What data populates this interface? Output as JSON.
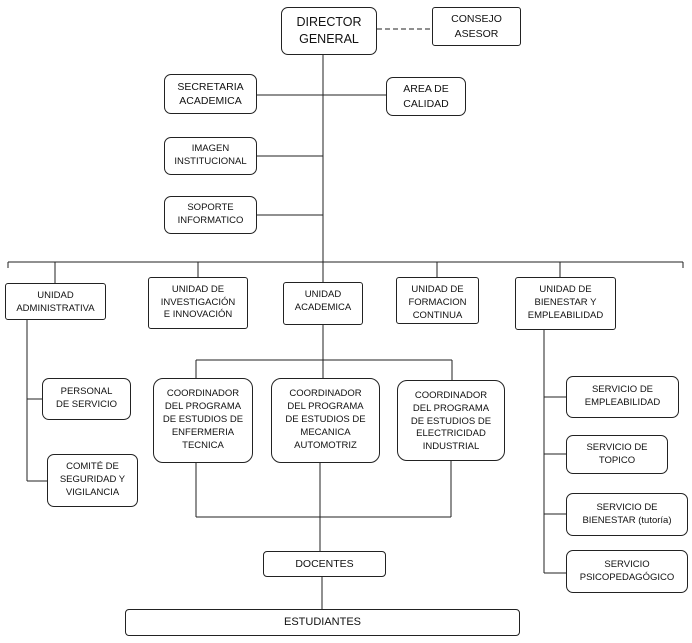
{
  "org": {
    "director": "DIRECTOR\nGENERAL",
    "consejo": "CONSEJO\nASESOR",
    "secretaria": "SECRETARIA\nACADEMICA",
    "calidad": "AREA DE\nCALIDAD",
    "imagen": "IMAGEN\nINSTITUCIONAL",
    "soporte": "SOPORTE\nINFORMATICO",
    "units": [
      "UNIDAD\nADMINISTRATIVA",
      "UNIDAD DE\nINVESTIGACIÓN\nE INNOVACIÓN",
      "UNIDAD\nACADEMICA",
      "UNIDAD DE\nFORMACION\nCONTINUA",
      "UNIDAD DE\nBIENESTAR Y\nEMPLEABILIDAD"
    ],
    "admin_children": [
      "PERSONAL\nDE SERVICIO",
      "COMITÉ DE\nSEGURIDAD Y\nVIGILANCIA"
    ],
    "coordinators": [
      "COORDINADOR\nDEL PROGRAMA\nDE ESTUDIOS DE\nENFERMERIA\nTECNICA",
      "COORDINADOR\nDEL PROGRAMA\nDE ESTUDIOS DE\nMECANICA\nAUTOMOTRIZ",
      "COORDINADOR\nDEL PROGRAMA\nDE ESTUDIOS DE\nELECTRICIDAD\nINDUSTRIAL"
    ],
    "bienestar_children": [
      "SERVICIO DE\nEMPLEABILIDAD",
      "SERVICIO DE\nTOPICO",
      "SERVICIO DE\nBIENESTAR (tutoría)",
      "SERVICIO\nPSICOPEDAGÓGICO"
    ],
    "docentes": "DOCENTES",
    "estudiantes": "ESTUDIANTES"
  }
}
